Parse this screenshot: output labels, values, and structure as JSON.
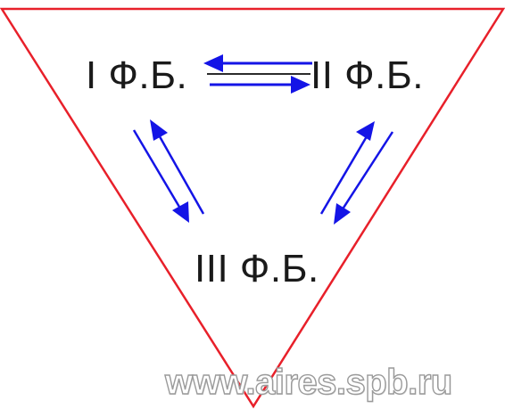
{
  "nodes": {
    "first": "I Ф.Б.",
    "second": "II Ф.Б.",
    "third": "III Ф.Б."
  },
  "watermark": "www.aires.spb.ru",
  "colors": {
    "triangle": "#e8202a",
    "arrows": "#1414e6",
    "line": "#2b2b2b",
    "text": "#1a1a1a"
  }
}
